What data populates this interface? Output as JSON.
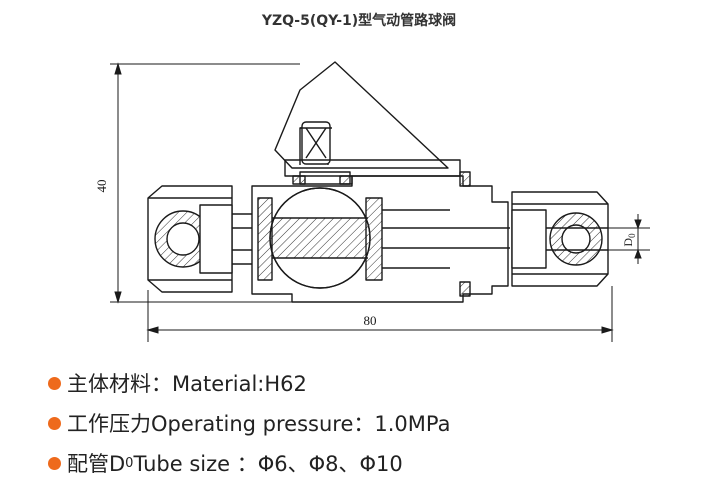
{
  "title": "YZQ-5(QY-1)型气动管路球阀",
  "drawing": {
    "dim_height": "40",
    "dim_width": "80",
    "dim_diameter": "D",
    "dim_diameter_sub": "0"
  },
  "specs": {
    "material": "主体材料：Material:H62",
    "pressure": "工作压力Operating pressure：1.0MPa",
    "tube_prefix": "配管D",
    "tube_sub": "0",
    "tube_suffix": " Tube size ：Φ6、Φ8、Φ10"
  },
  "colors": {
    "bullet": "#ee6a1c",
    "line": "#1a1a1a"
  }
}
